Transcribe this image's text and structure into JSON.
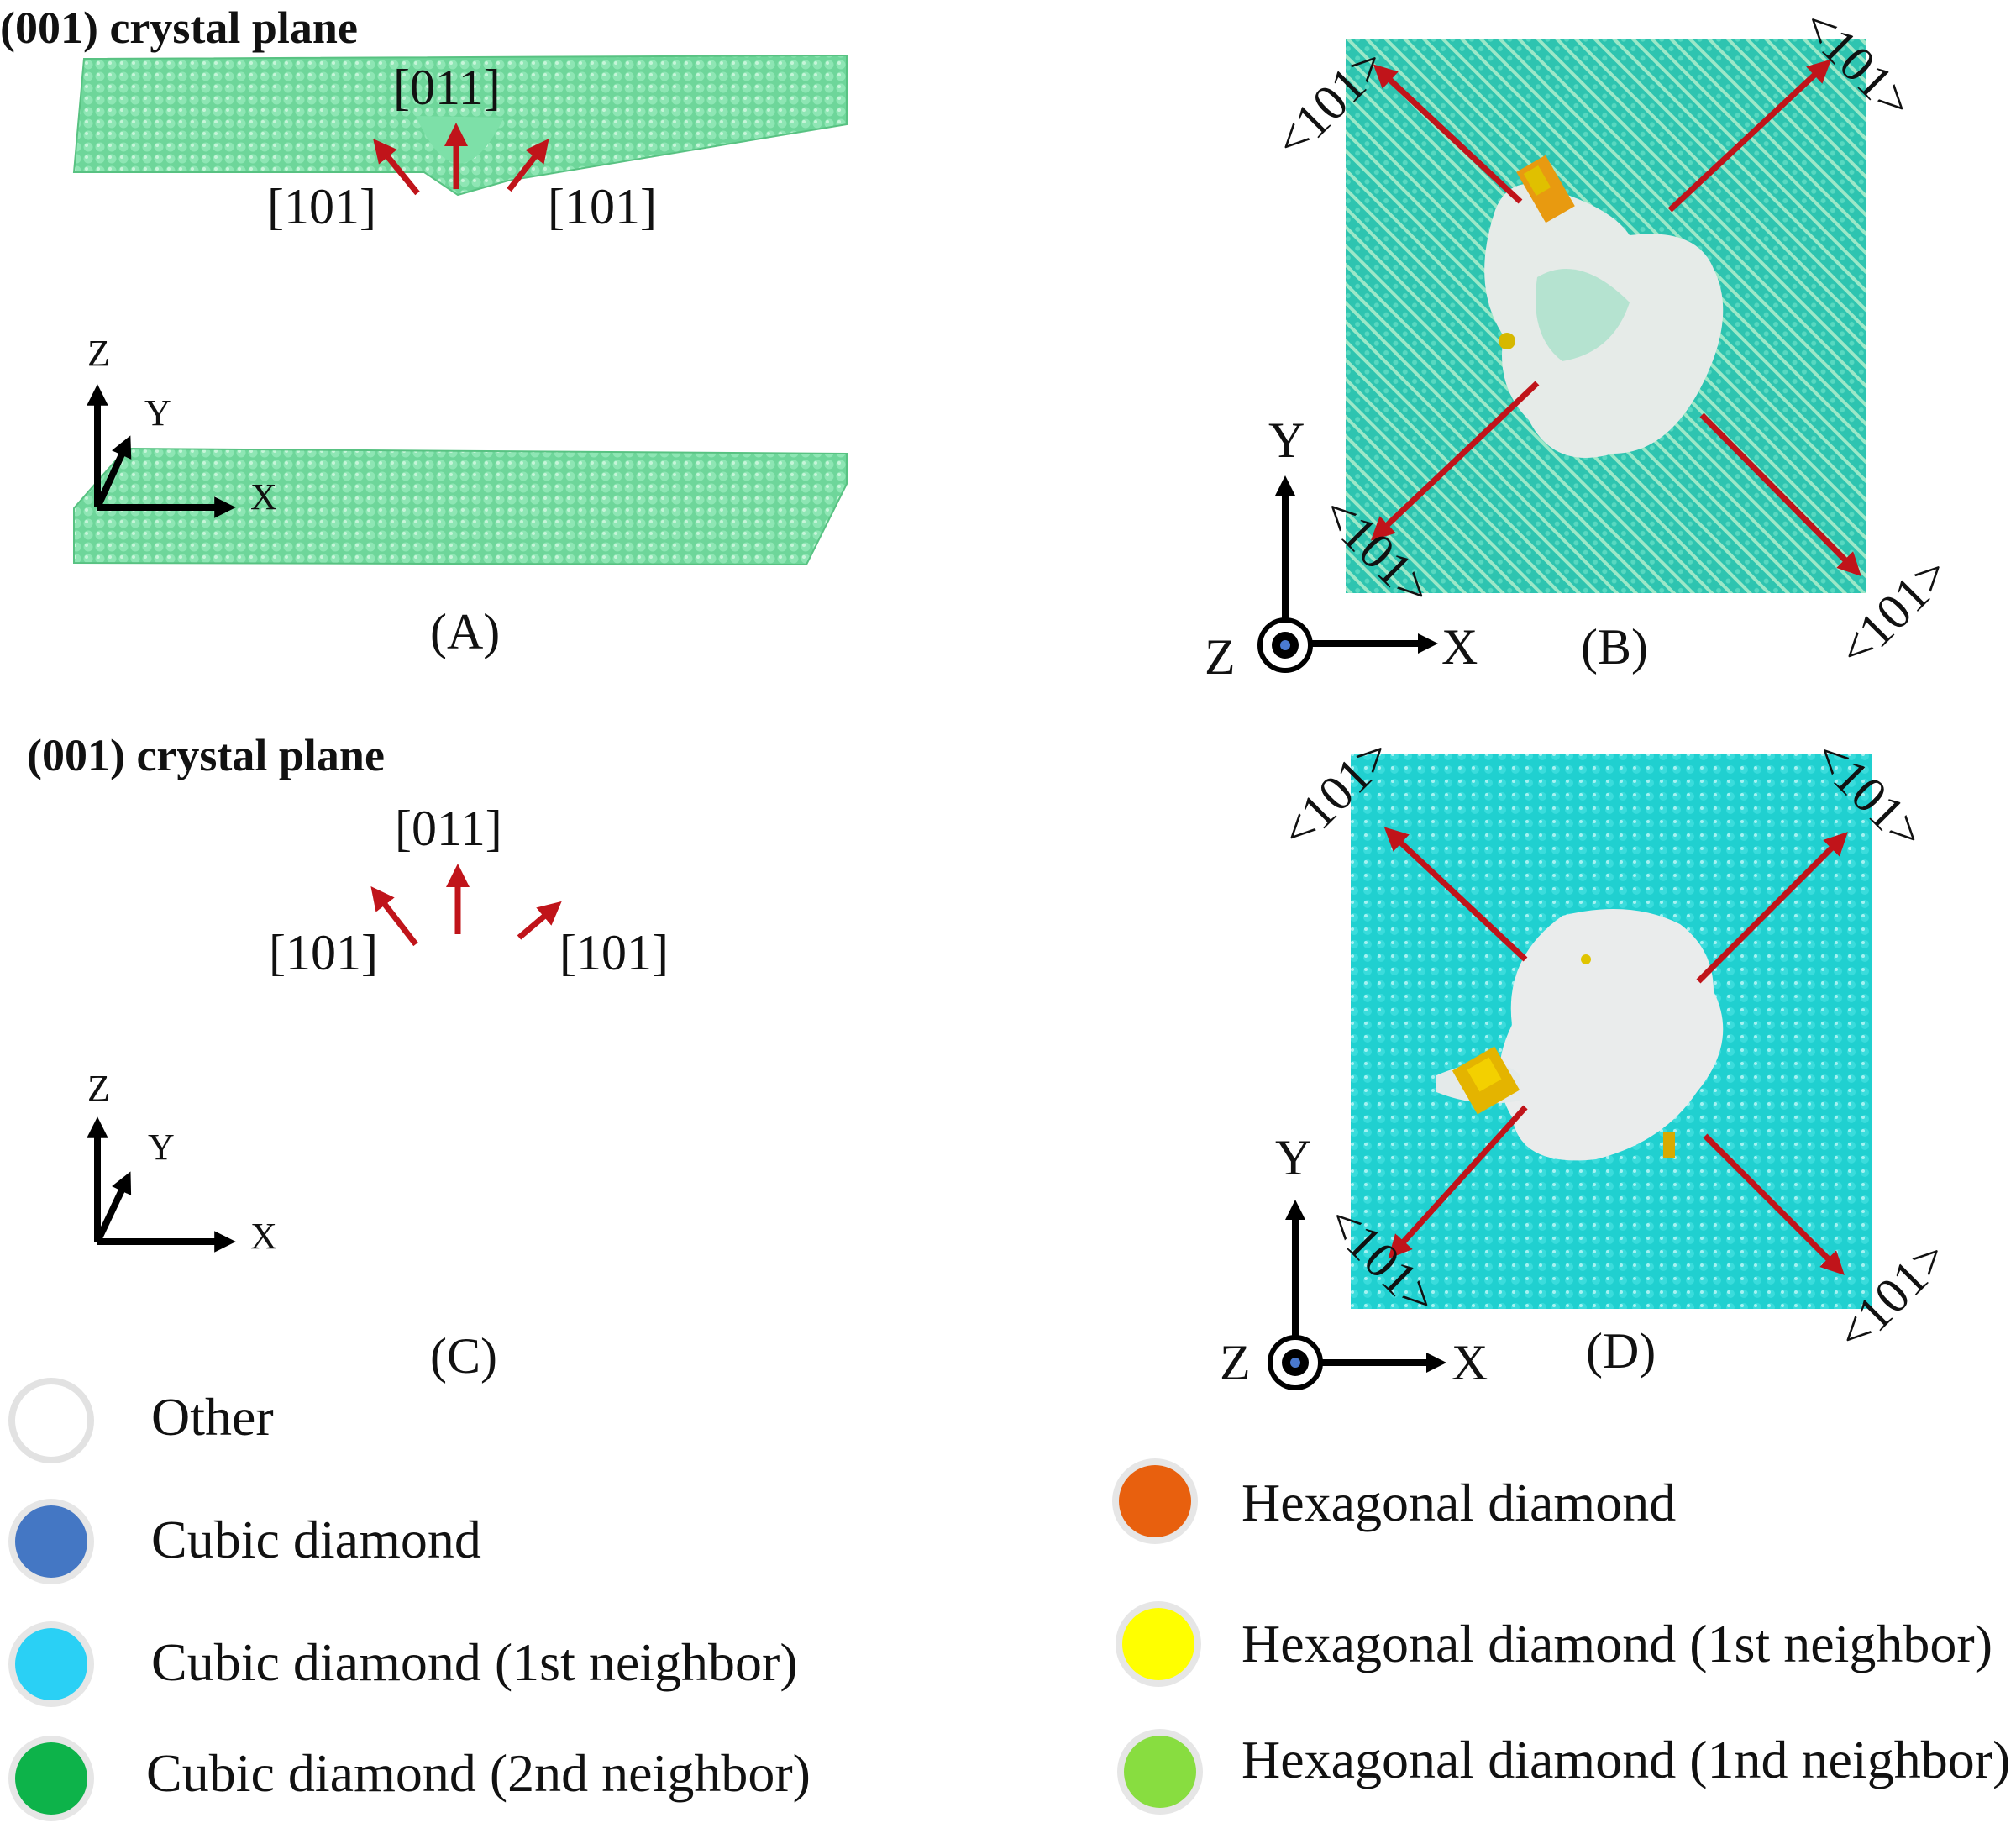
{
  "panels": {
    "A": {
      "heading": "(001) crystal plane",
      "label": "(A)",
      "directions": {
        "top": "[011]",
        "left": "[101]",
        "right": "[101]"
      },
      "axes": {
        "z": "Z",
        "y": "Y",
        "x": "X"
      },
      "slab_color": "#6ed69a"
    },
    "B": {
      "label": "(B)",
      "directions": {
        "top_left": "<101>",
        "top_right": "<101>",
        "bottom_left": "<101>",
        "bottom_right": "<101>"
      },
      "axes": {
        "y": "Y",
        "x": "X",
        "z": "Z"
      },
      "bg_color": "#2ec4b0"
    },
    "C": {
      "heading": "(001) crystal plane",
      "label": "(C)",
      "directions": {
        "top": "[011]",
        "left": "[101]",
        "right": "[101]"
      },
      "axes": {
        "z": "Z",
        "y": "Y",
        "x": "X"
      },
      "slab_color": "#22d3d0"
    },
    "D": {
      "label": "(D)",
      "directions": {
        "top_left": "<101>",
        "top_right": "<101>",
        "bottom_left": "<101>",
        "bottom_right": "<101>"
      },
      "axes": {
        "y": "Y",
        "x": "X",
        "z": "Z"
      },
      "bg_color": "#20d0d0"
    }
  },
  "legend": {
    "items": [
      {
        "label": "Other",
        "color": "#ffffff"
      },
      {
        "label": "Cubic diamond",
        "color": "#4477c4"
      },
      {
        "label": "Cubic diamond (1st neighbor)",
        "color": "#2ad0f5"
      },
      {
        "label": "Cubic diamond (2nd neighbor)",
        "color": "#0db34a"
      },
      {
        "label": "Hexagonal diamond",
        "color": "#e8600e"
      },
      {
        "label": "Hexagonal diamond (1st neighbor)",
        "color": "#ffff00"
      },
      {
        "label": "Hexagonal diamond (1nd neighbor)",
        "color": "#88dd40"
      }
    ]
  },
  "colors": {
    "arrow": "#c0141a",
    "axis": "#000000"
  }
}
